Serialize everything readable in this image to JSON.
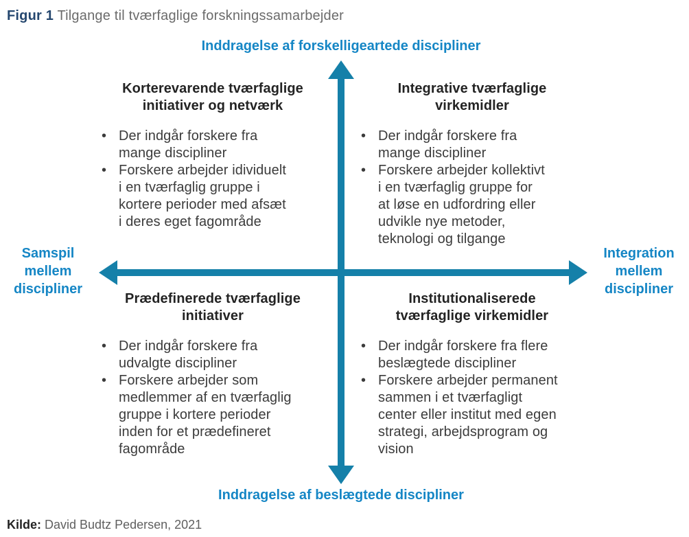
{
  "title": {
    "prefix": "Figur 1",
    "text": " Tilgange til tværfaglige forskningssamarbejder"
  },
  "axes": {
    "top": "Inddragelse af forskelligeartede discipliner",
    "bottom": "Inddragelse af beslægtede discipliner",
    "left": "Samspil\nmellem\ndiscipliner",
    "right": "Integration\nmellem\ndiscipliner"
  },
  "quadrants": [
    {
      "position": "top-left",
      "title": "Korterevarende tværfaglige\ninitiativer og netværk",
      "bullets": [
        "Der indgår forskere fra\nmange discipliner",
        "Forskere arbejder idividuelt\ni en tværfaglig gruppe i\nkortere perioder med afsæt\ni deres eget fagområde"
      ]
    },
    {
      "position": "top-right",
      "title": "Integrative tværfaglige\nvirkemidler",
      "bullets": [
        "Der indgår forskere fra\nmange discipliner",
        "Forskere arbejder kollektivt\ni en tværfaglig gruppe for\nat løse en udfordring eller\nudvikle nye metoder,\nteknologi og tilgange"
      ]
    },
    {
      "position": "bottom-left",
      "title": "Prædefinerede tværfaglige\ninitiativer",
      "bullets": [
        "Der indgår forskere fra\nudvalgte discipliner",
        "Forskere arbejder som\nmedlemmer af en tværfaglig\ngruppe i kortere perioder\ninden for et prædefineret\nfagområde"
      ]
    },
    {
      "position": "bottom-right",
      "title": "Institutionaliserede\ntværfaglige virkemidler",
      "bullets": [
        "Der indgår forskere fra flere\nbeslægtede discipliner",
        "Forskere arbejder permanent\nsammen i et tværfagligt\ncenter eller institut med egen\nstrategi, arbejdsprogram og\nvision"
      ]
    }
  ],
  "source": {
    "prefix": "Kilde:",
    "text": " David Budtz Pedersen, 2021"
  },
  "colors": {
    "arrow": "#1580a9",
    "axis_label": "#1586c5",
    "title_prefix": "#25476f",
    "title_text": "#6b6b6b",
    "body_text": "#3b3b3b",
    "header_text": "#232323"
  }
}
